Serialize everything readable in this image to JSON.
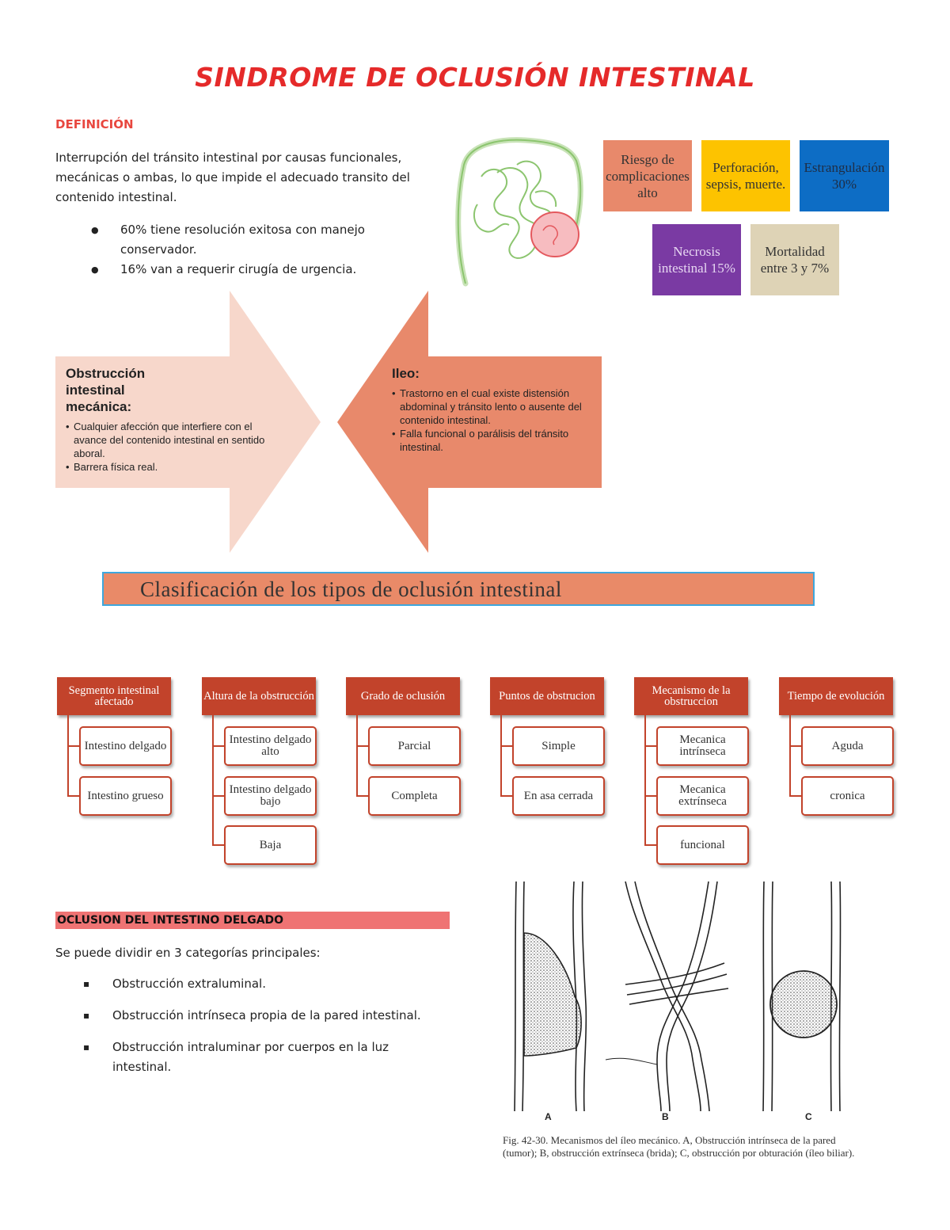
{
  "title": "SINDROME DE OCLUSIÓN INTESTINAL",
  "definition": {
    "label": "DEFINICIÓN",
    "text": "Interrupción del tránsito intestinal por causas funcionales, mecánicas o ambas, lo que impide el adecuado transito del contenido intestinal.",
    "bullets": [
      "60% tiene resolución exitosa con manejo conservador.",
      "16% van a requerir cirugía de urgencia."
    ]
  },
  "stats": [
    {
      "text": "Riesgo de complicaciones alto",
      "color": "#e8896b"
    },
    {
      "text": "Perforación, sepsis, muerte.",
      "color": "#fdc300"
    },
    {
      "text": "Estrangulación 30%",
      "color": "#0d6dc5"
    },
    {
      "text": "Necrosis intestinal 15%",
      "color": "#7a3aa3"
    },
    {
      "text": "Mortalidad entre 3 y 7%",
      "color": "#ded3b6"
    }
  ],
  "arrows": {
    "left": {
      "heading": "Obstrucción intestinal mecánica:",
      "items": [
        "Cualquier afección que interfiere con el avance del contenido intestinal en sentido aboral.",
        "Barrera física real."
      ],
      "color": "#f7d7cb"
    },
    "right": {
      "heading": "Ileo:",
      "items": [
        "Trastorno en el cual existe distensión abdominal y tránsito lento o ausente del contenido intestinal.",
        "Falla funcional o parálisis del tránsito intestinal."
      ],
      "color": "#e8896b"
    }
  },
  "classification": {
    "banner": "Clasificación de los tipos de oclusión intestinal",
    "categories": [
      {
        "head": "Segmento intestinal afectado",
        "items": [
          "Intestino delgado",
          "Intestino grueso"
        ]
      },
      {
        "head": "Altura de la obstrucción",
        "items": [
          "Intestino delgado alto",
          "Intestino delgado bajo",
          "Baja"
        ]
      },
      {
        "head": "Grado de oclusión",
        "items": [
          "Parcial",
          "Completa"
        ]
      },
      {
        "head": "Puntos de obstrucion",
        "items": [
          "Simple",
          "En asa cerrada"
        ]
      },
      {
        "head": "Mecanismo de la obstruccion",
        "items": [
          "Mecanica intrínseca",
          "Mecanica extrínseca",
          "funcional"
        ]
      },
      {
        "head": "Tiempo de evolución",
        "items": [
          "Aguda",
          "cronica"
        ]
      }
    ]
  },
  "small_bowel": {
    "heading": "OCLUSION DEL INTESTINO DELGADO",
    "intro": "Se puede dividir en 3 categorías principales:",
    "items": [
      "Obstrucción extraluminal.",
      "Obstrucción intrínseca propia de la pared  intestinal.",
      "Obstrucción intraluminar por cuerpos en la luz intestinal."
    ]
  },
  "figure": {
    "letters": [
      "A",
      "B",
      "C"
    ],
    "caption": "Fig. 42-30. Mecanismos del íleo mecánico. A, Obstrucción intrínseca de la pared (tumor); B, obstrucción extrínseca (brida); C, obstrucción por obturación (íleo biliar)."
  }
}
